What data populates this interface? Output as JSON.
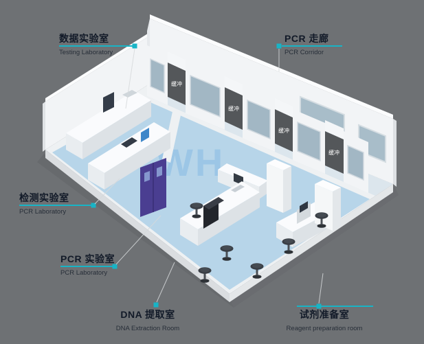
{
  "scene": {
    "description": "Isometric 3D rendering of a PCR laboratory suite floor plan",
    "watermark": "WH",
    "buffer_labels": [
      "缓冲",
      "缓冲",
      "缓冲",
      "缓冲"
    ],
    "colors": {
      "background": "#6e7174",
      "accent_teal": "#18b4c6",
      "floor_blue": "#b7d5e9",
      "wall_white": "#f2f4f6",
      "window_gray_blue": "#a8bdc9",
      "door_purple": "#4a3e91"
    }
  },
  "callouts": {
    "testing_lab": {
      "zh": "数据实验室",
      "en": "Testing Laboratory"
    },
    "pcr_corridor": {
      "zh": "PCR 走廊",
      "en": "PCR Corridor"
    },
    "inspection_lab": {
      "zh": "检测实验室",
      "en": "PCR Laboratory"
    },
    "pcr_lab": {
      "zh": "PCR 实验室",
      "en": "PCR Laboratory"
    },
    "dna_extraction": {
      "zh": "DNA 提取室",
      "en": "DNA Extraction Room"
    },
    "reagent_prep": {
      "zh": "试剂准备室",
      "en": "Reagent preparation room"
    }
  }
}
